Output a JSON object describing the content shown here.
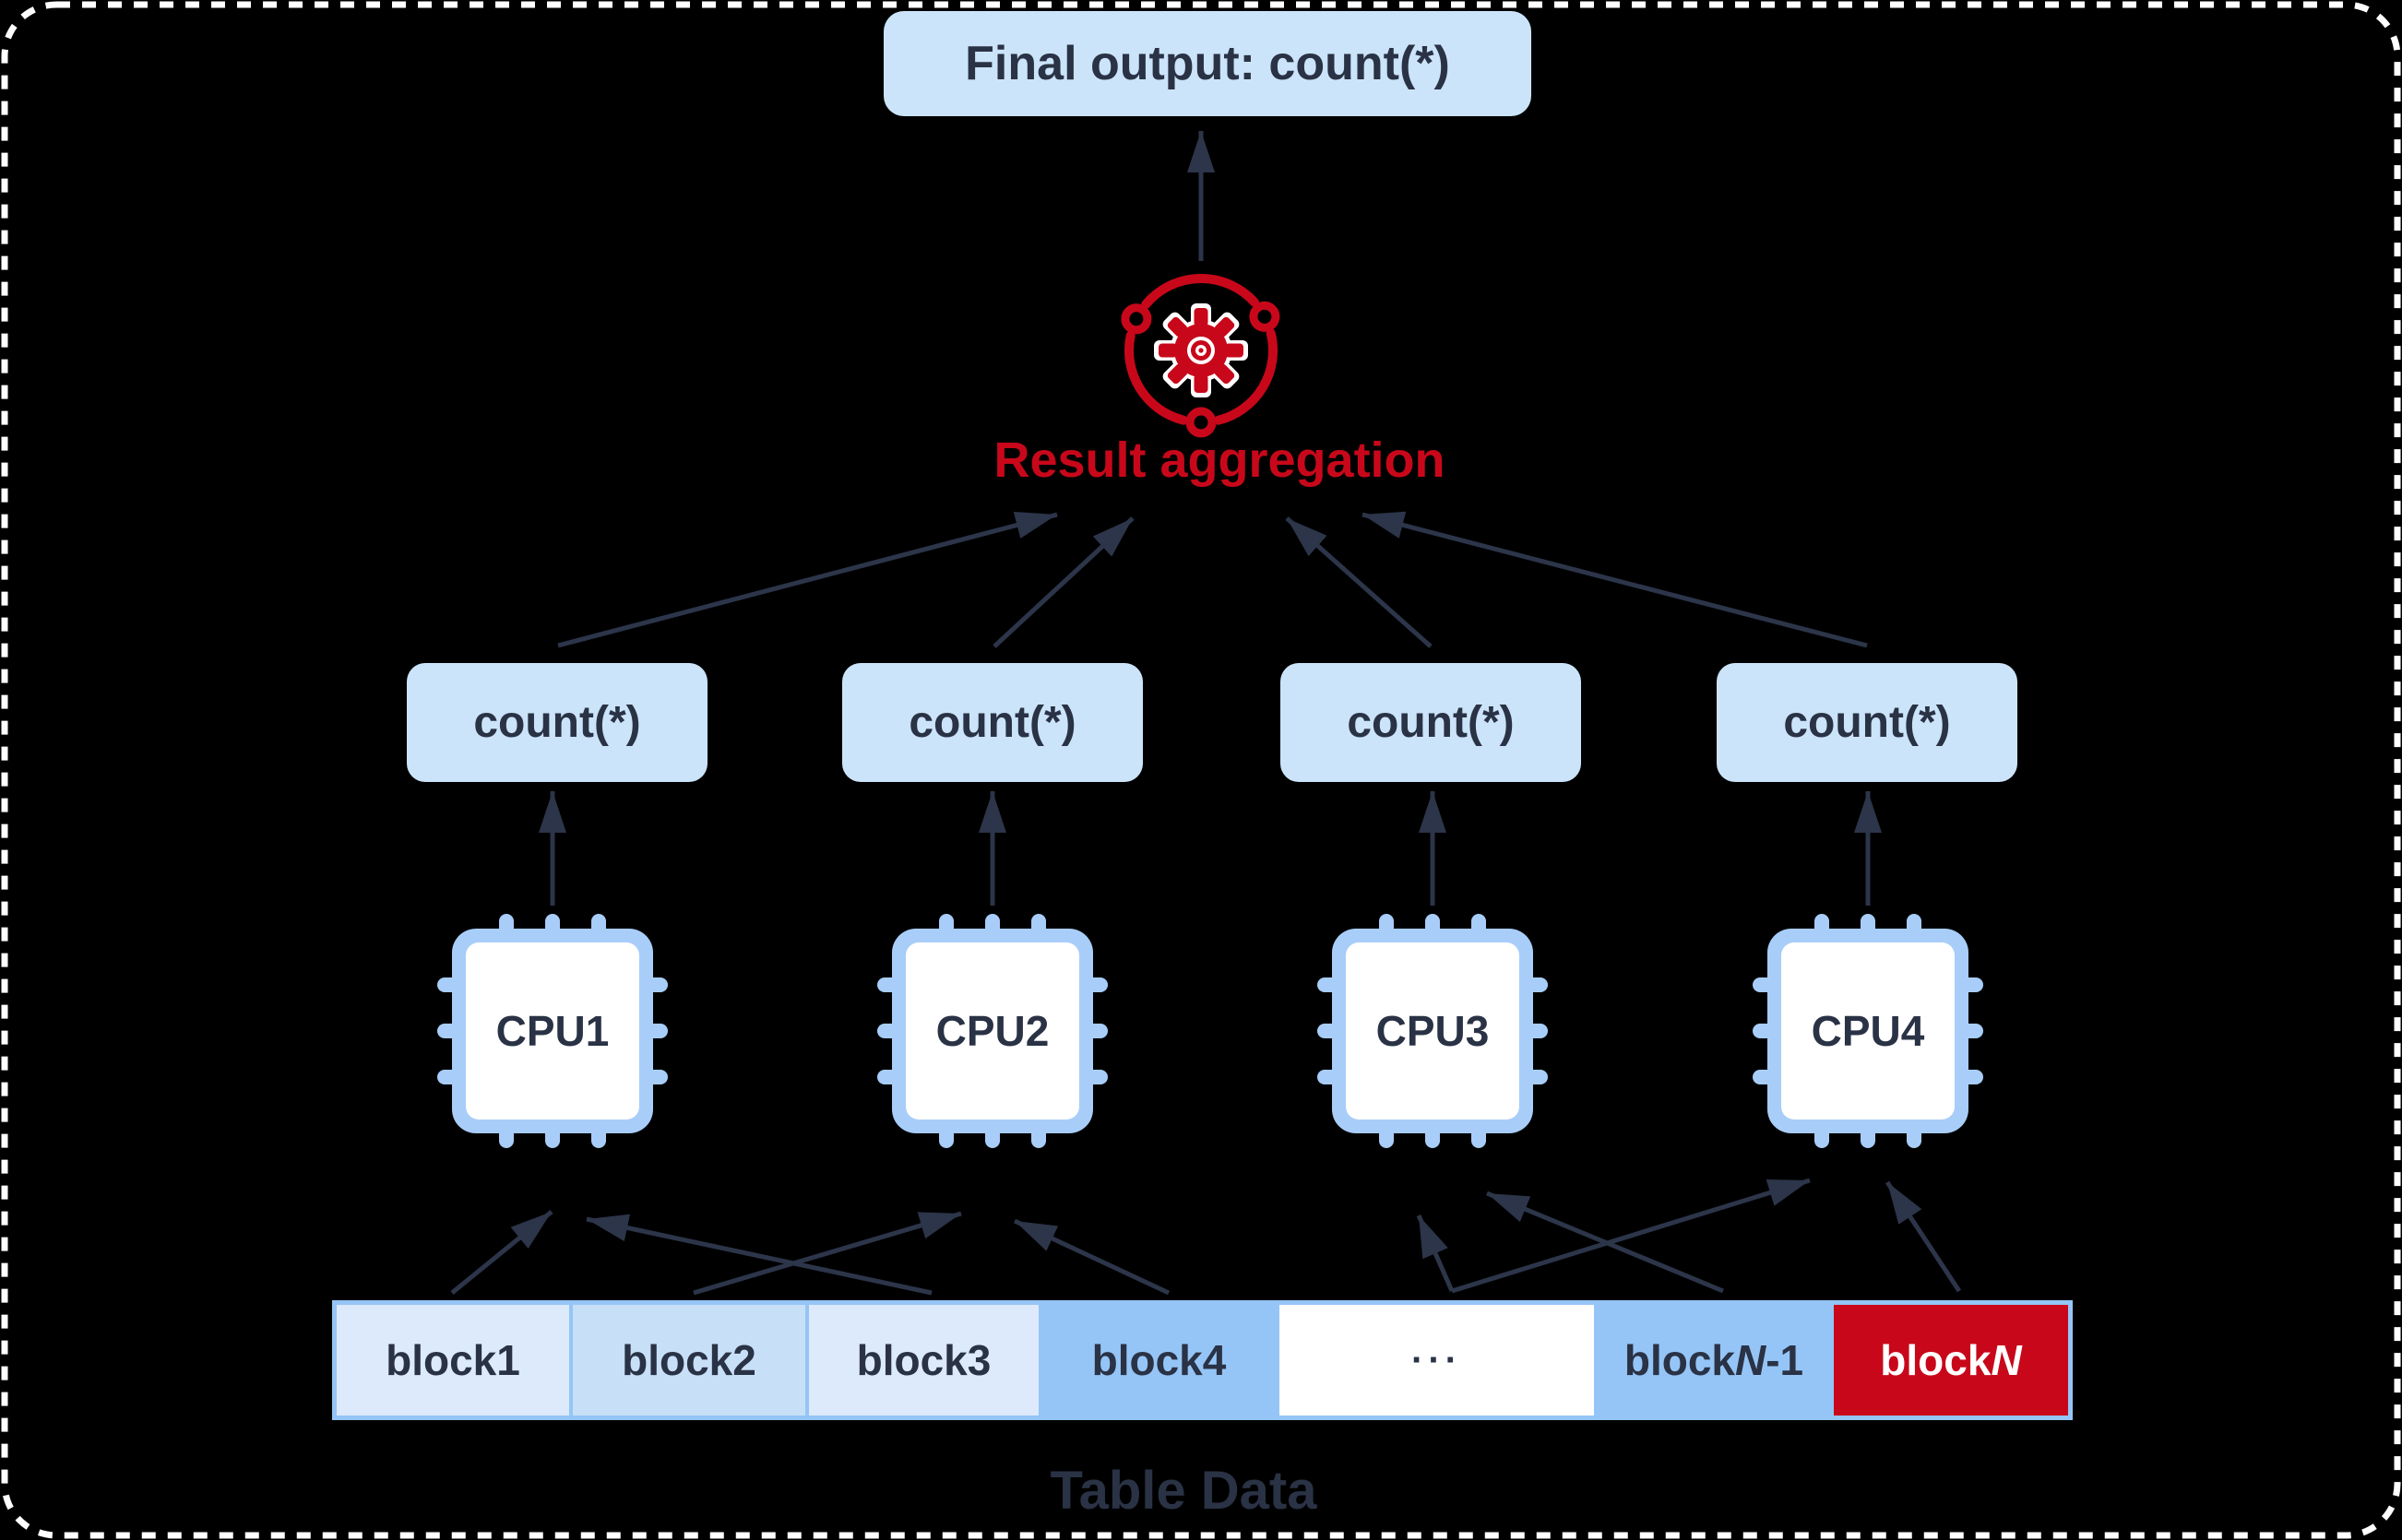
{
  "diagram": {
    "final_output": {
      "label": "Final output: count(*)"
    },
    "aggregation": {
      "label": "Result aggregation"
    },
    "partial_results": [
      {
        "label": "count(*)"
      },
      {
        "label": "count(*)"
      },
      {
        "label": "count(*)"
      },
      {
        "label": "count(*)"
      }
    ],
    "cpus": [
      {
        "label": "CPU1"
      },
      {
        "label": "CPU2"
      },
      {
        "label": "CPU3"
      },
      {
        "label": "CPU4"
      }
    ],
    "table": {
      "caption": "Table Data",
      "blocks": [
        {
          "label": "block1"
        },
        {
          "label": "block2"
        },
        {
          "label": "block3"
        },
        {
          "label": "block4"
        },
        {
          "label": "···"
        },
        {
          "prefix": "block",
          "n": "N",
          "suffix": "-1"
        },
        {
          "prefix": "block",
          "n": "N",
          "suffix": ""
        }
      ]
    },
    "colors": {
      "background": "#000000",
      "border_dash": "#ffffff",
      "box_fill": "#cbe4f9",
      "chip_blue": "#a8cdf8",
      "row_blue": "#95c5f6",
      "block_light": "#dceafc",
      "block_mid": "#c7e0f8",
      "block_white": "#ffffff",
      "accent_red": "#c8081a",
      "text_navy": "#2a3245",
      "arrow": "#2c3549"
    }
  }
}
